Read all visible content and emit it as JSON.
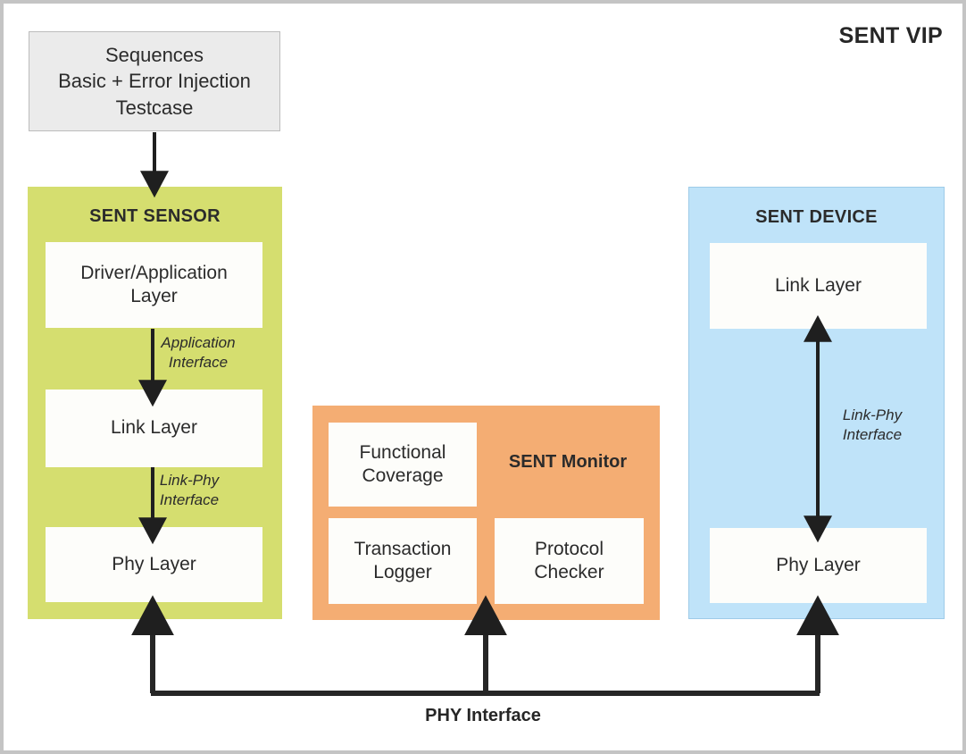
{
  "diagram": {
    "title": "SENT VIP",
    "background": "#ffffff",
    "frame_border_color": "#c4c4c4"
  },
  "sequences": {
    "name": "sequences-box",
    "text": "Sequences\nBasic +  Error Injection\nTestcase",
    "fill": "#ebebeb",
    "border": "#bcbcbc"
  },
  "sensor": {
    "title": "SENT SENSOR",
    "fill": "#d5de6f",
    "boxes": [
      {
        "id": "driver-application-layer",
        "label": "Driver/Application\nLayer"
      },
      {
        "id": "link-layer",
        "label": "Link Layer"
      },
      {
        "id": "phy-layer",
        "label": "Phy Layer"
      }
    ],
    "interfaces": [
      {
        "id": "application-interface",
        "label": "Application\nInterface"
      },
      {
        "id": "link-phy-interface",
        "label": "Link-Phy\nInterface"
      }
    ]
  },
  "monitor": {
    "title": "SENT Monitor",
    "fill": "#f4ad73",
    "boxes": [
      {
        "id": "functional-coverage",
        "label": "Functional\nCoverage"
      },
      {
        "id": "transaction-logger",
        "label": "Transaction\nLogger"
      },
      {
        "id": "protocol-checker",
        "label": "Protocol\nChecker"
      }
    ]
  },
  "device": {
    "title": "SENT DEVICE",
    "fill": "#bfe3f9",
    "boxes": [
      {
        "id": "link-layer",
        "label": "Link Layer"
      },
      {
        "id": "phy-layer",
        "label": "Phy Layer"
      }
    ],
    "interfaces": [
      {
        "id": "link-phy-interface",
        "label": "Link-Phy\nInterface"
      }
    ]
  },
  "bus": {
    "label": "PHY Interface",
    "color": "#262626"
  }
}
